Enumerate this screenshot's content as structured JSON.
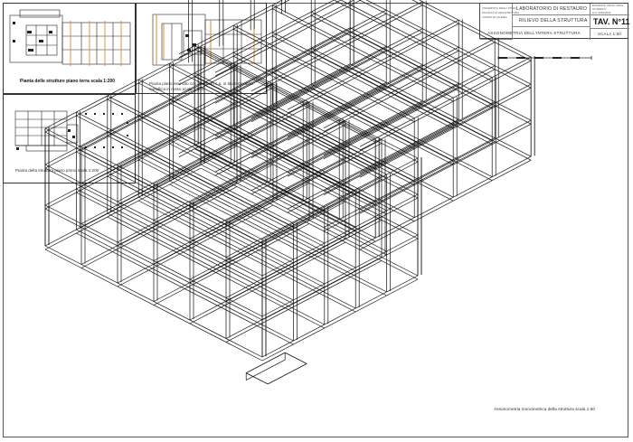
{
  "title_block": {
    "course": "LABORATORIO DI RESTAURO",
    "subject": "RILIEVO DELLA STRUTTURA",
    "sheet_label": "TAV. N°11",
    "drawing": "ASSONOMETRIA DELL'INTERA STRUTTURA",
    "scale": "SCALA 1:50",
    "small_left": [
      "UNIVERSITÀ DEGLI STUDI",
      "FACOLTÀ DI ARCHITETTURA",
      "CORSO DI LAUREA"
    ],
    "small_right": [
      "DOCENTE: PROF. ARCH.",
      "STUDENTI:",
      "A.A. 2010/2011"
    ]
  },
  "panels": {
    "plan1_caption": "Pianta delle strutture piano terra scala 1:200",
    "plan2_caption": "Pianta piano interrato con pilastri in c.a. in blu e struttura metallica in rosso scala 1:200",
    "plan3_caption": "Pianta della struttura piano primo scala 1:200"
  },
  "main_caption": "Assonometria monometrica della struttura scala 1:50",
  "colors": {
    "line": "#111111",
    "accent": "#d98a2e"
  }
}
